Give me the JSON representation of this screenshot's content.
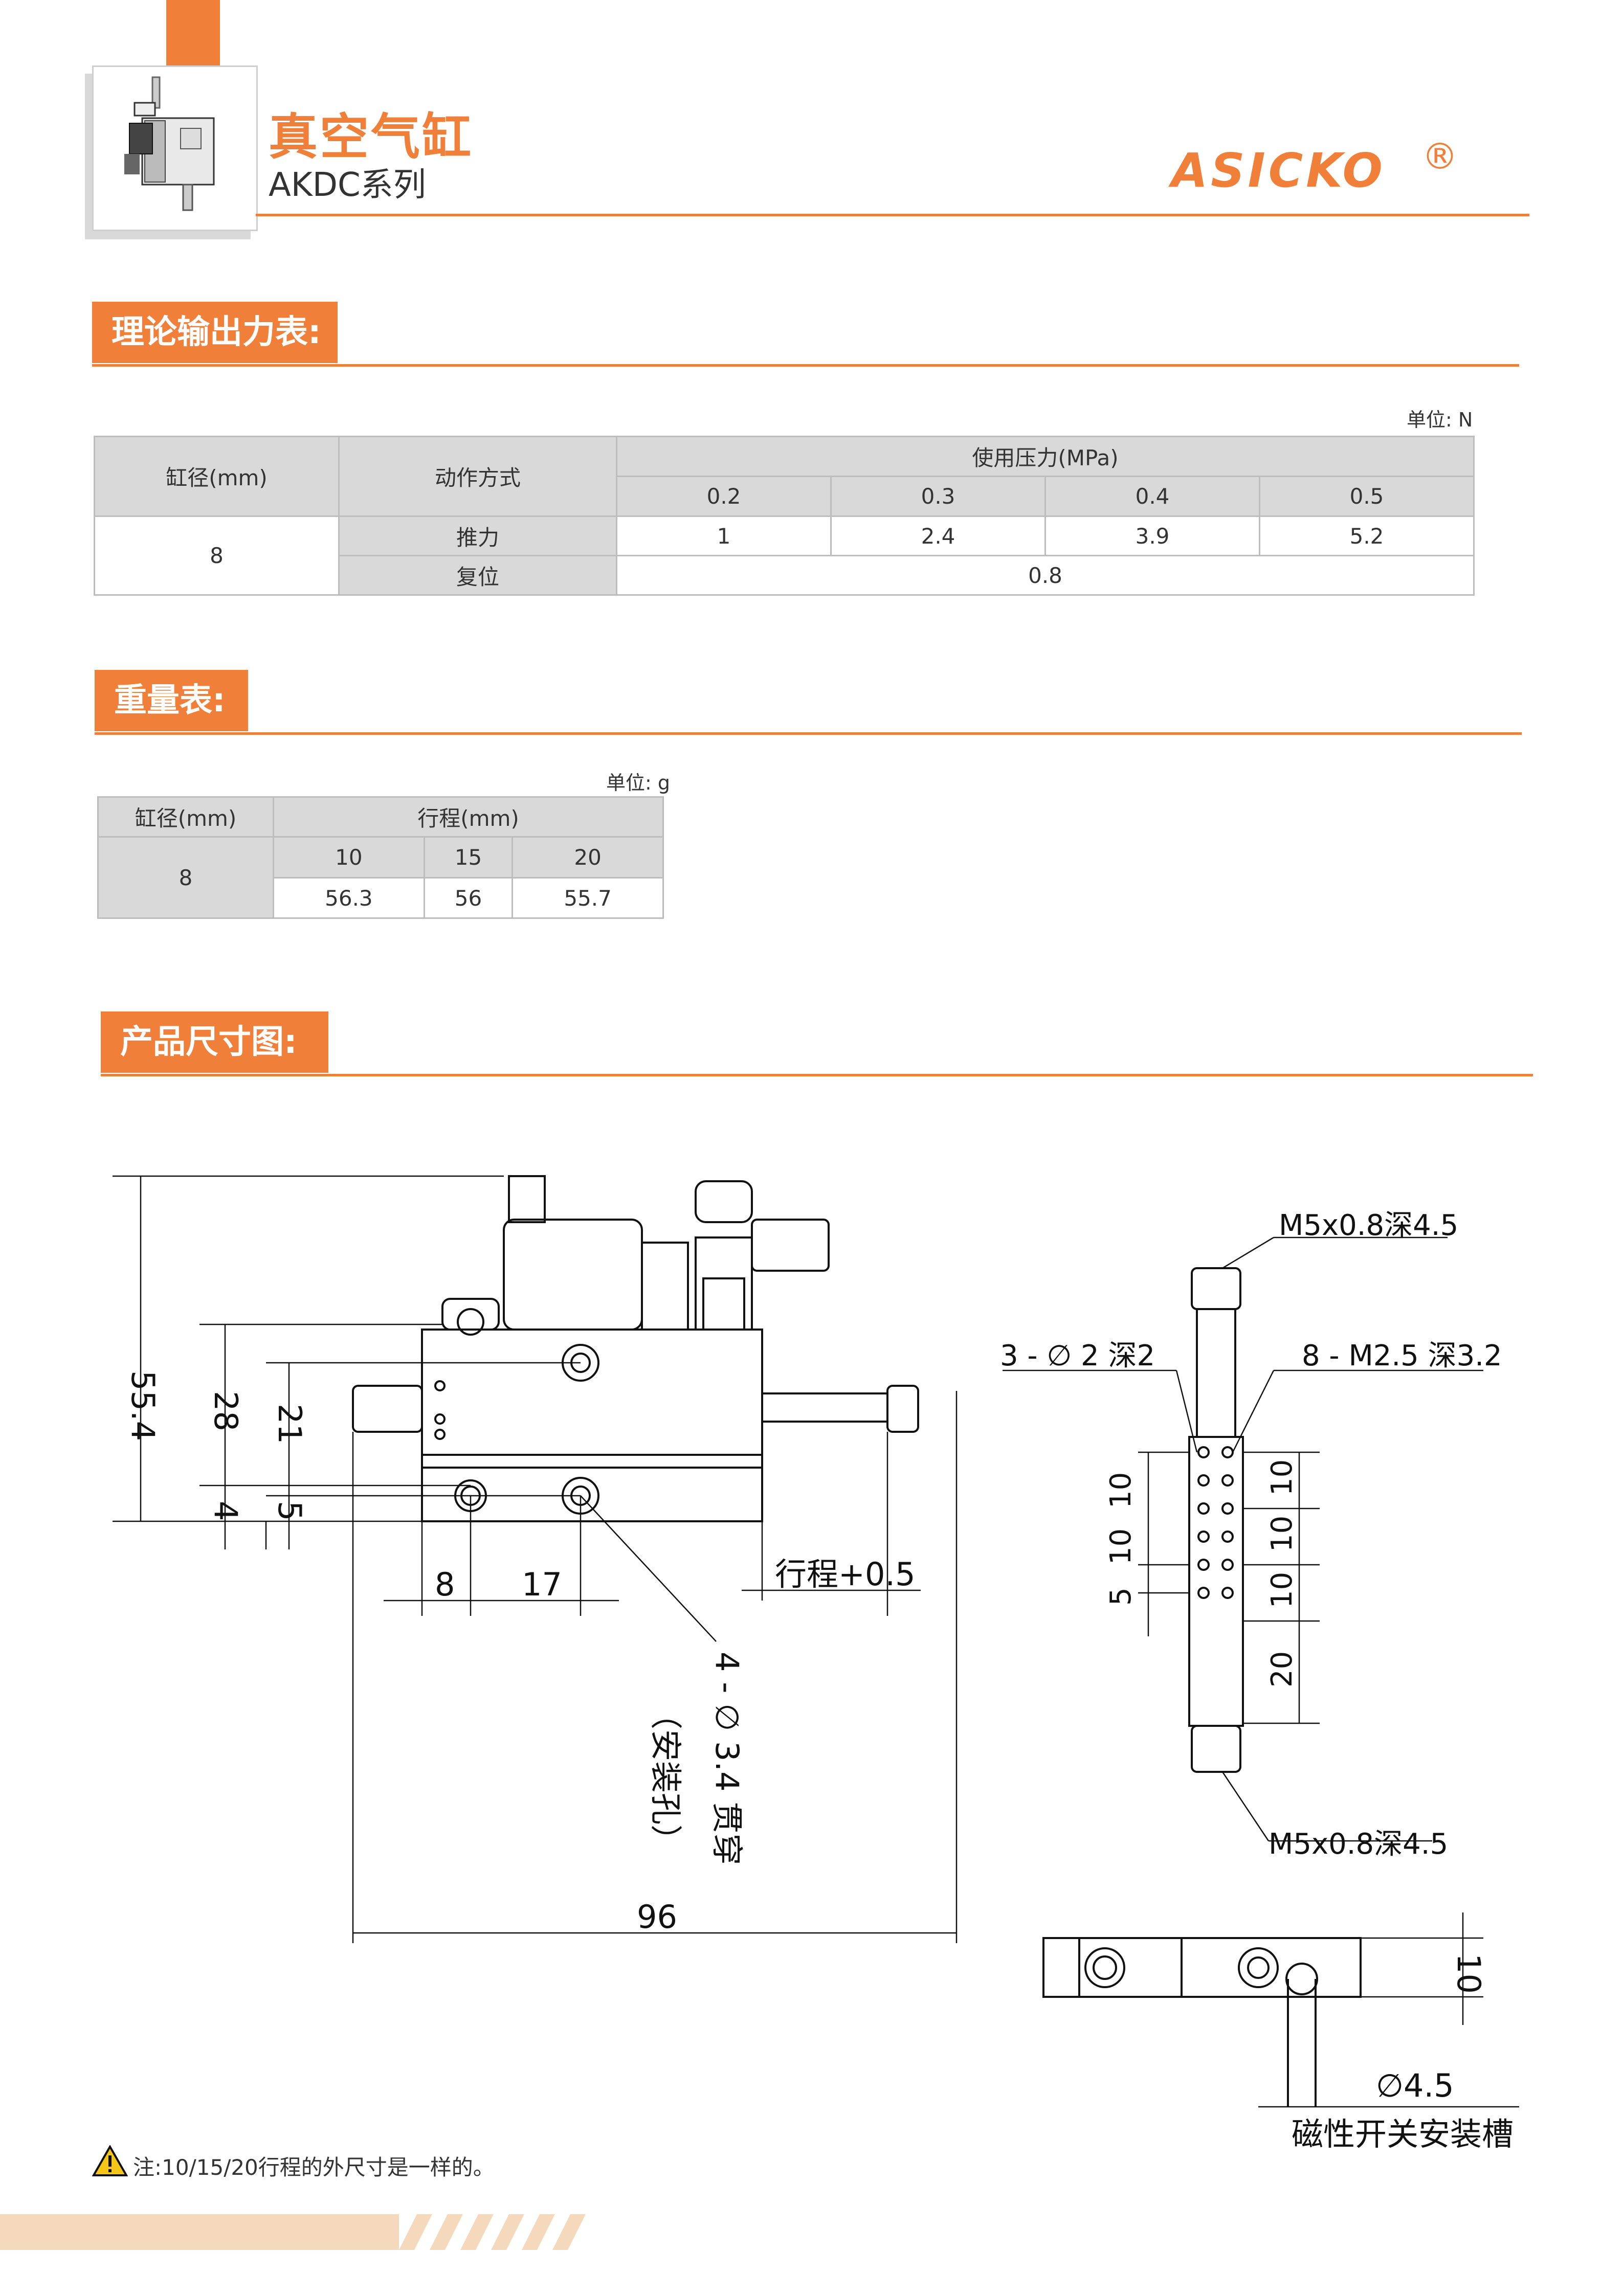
{
  "header": {
    "title": "真空气缸",
    "series": "AKDC系列",
    "brand": "ASICKO",
    "brand_mark": "®"
  },
  "force_section": {
    "title": "理论输出力表:",
    "unit": "单位: N",
    "col_bore": "缸径(mm)",
    "col_action": "动作方式",
    "col_pressure": "使用压力(MPa)",
    "pressures": [
      "0.2",
      "0.3",
      "0.4",
      "0.5"
    ],
    "bore": "8",
    "push_label": "推力",
    "push_values": [
      "1",
      "2.4",
      "3.9",
      "5.2"
    ],
    "return_label": "复位",
    "return_value": "0.8"
  },
  "weight_section": {
    "title": "重量表:",
    "unit": "单位: g",
    "col_bore": "缸径(mm)",
    "col_stroke": "行程(mm)",
    "strokes": [
      "10",
      "15",
      "20"
    ],
    "bore": "8",
    "weights": [
      "56.3",
      "56",
      "55.7"
    ]
  },
  "dimension_section": {
    "title": "产品尺寸图:",
    "dim_height": "55.4",
    "dim_28": "28",
    "dim_21": "21",
    "dim_4": "4",
    "dim_5": "5",
    "dim_8": "8",
    "dim_17": "17",
    "dim_stroke": "行程+0.5",
    "dim_96": "96",
    "mount_hole": "4 - ∅ 3.4 贯穿",
    "mount_hole_note": "（安装孔）",
    "port_top": "M5x0.8深4.5",
    "port_bottom": "M5x0.8深4.5",
    "hole_3": "3 - ∅ 2 深2",
    "hole_8": "8 - M2.5 深3.2",
    "side_dims_left": [
      "10",
      "10",
      "5"
    ],
    "side_dims_right": [
      "10",
      "10",
      "10",
      "20"
    ],
    "dim_10_bottom": "10",
    "dim_45": "∅4.5",
    "switch_slot": "磁性开关安装槽"
  },
  "footer": {
    "note": "注:10/15/20行程的外尺寸是一样的。"
  },
  "colors": {
    "accent": "#f07f39",
    "table_header": "#d9d9d9"
  }
}
